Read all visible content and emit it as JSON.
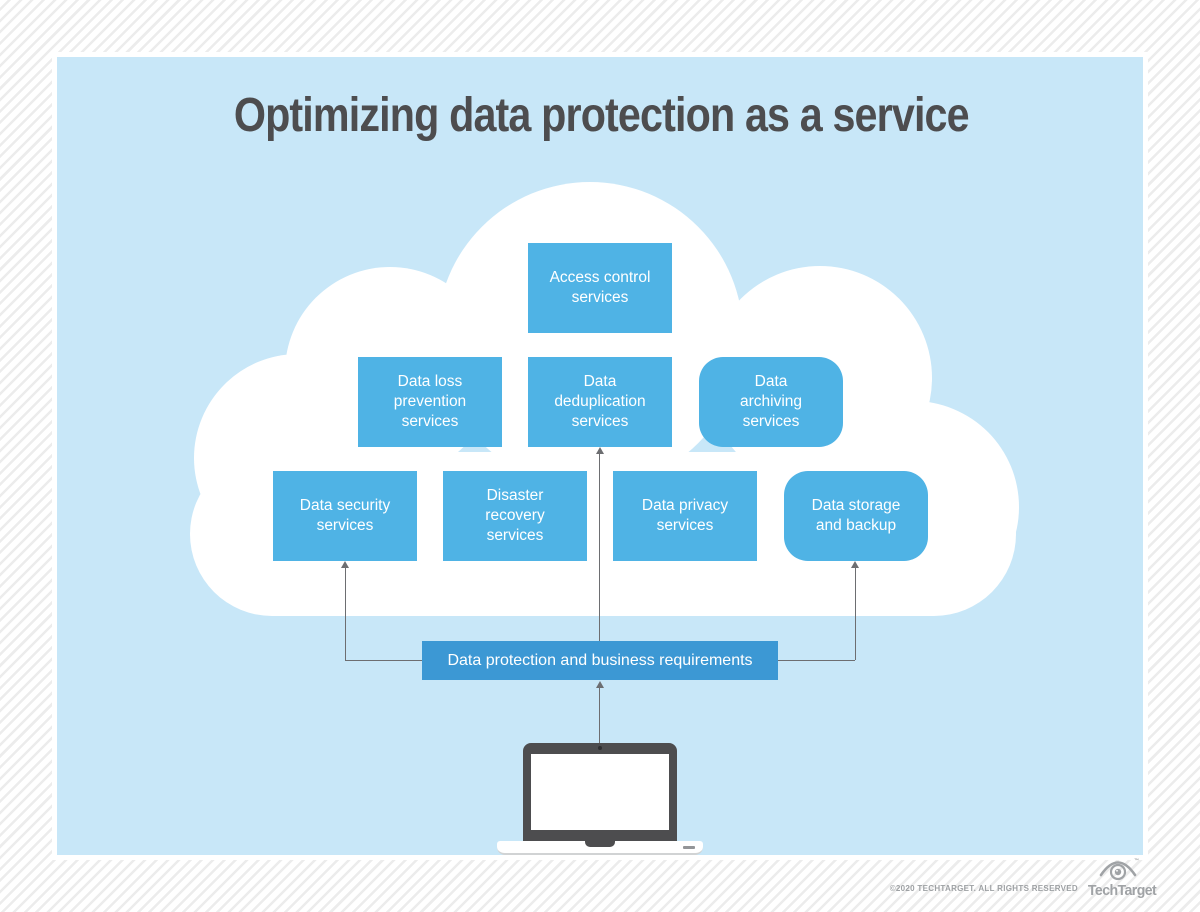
{
  "title": "Optimizing data protection as a service",
  "services": [
    {
      "id": "access-control",
      "label": "Access control\nservices"
    },
    {
      "id": "data-loss-prevention",
      "label": "Data loss\nprevention\nservices"
    },
    {
      "id": "data-deduplication",
      "label": "Data\ndeduplication\nservices"
    },
    {
      "id": "data-archiving",
      "label": "Data\narchiving\nservices"
    },
    {
      "id": "data-security",
      "label": "Data security\nservices"
    },
    {
      "id": "disaster-recovery",
      "label": "Disaster\nrecovery\nservices"
    },
    {
      "id": "data-privacy",
      "label": "Data privacy\nservices"
    },
    {
      "id": "data-storage",
      "label": "Data storage\nand backup"
    }
  ],
  "requirements": {
    "label": "Data protection and business requirements"
  },
  "icons": {
    "cloud": "cloud-shape",
    "laptop": "laptop-icon",
    "eye": "techtarget-eye-icon"
  },
  "footer": {
    "copyright": "©2020 TECHTARGET. ALL RIGHTS RESERVED",
    "brand": "TechTarget",
    "trademark": "™"
  },
  "colors": {
    "panel_background": "#c8e7f8",
    "service_box": "#4fb3e5",
    "requirements_box": "#3c98d4",
    "cloud": "#ffffff",
    "title_text": "#4d4d4f",
    "arrow": "#6d6e71",
    "footer_text": "#9ea1a4"
  }
}
